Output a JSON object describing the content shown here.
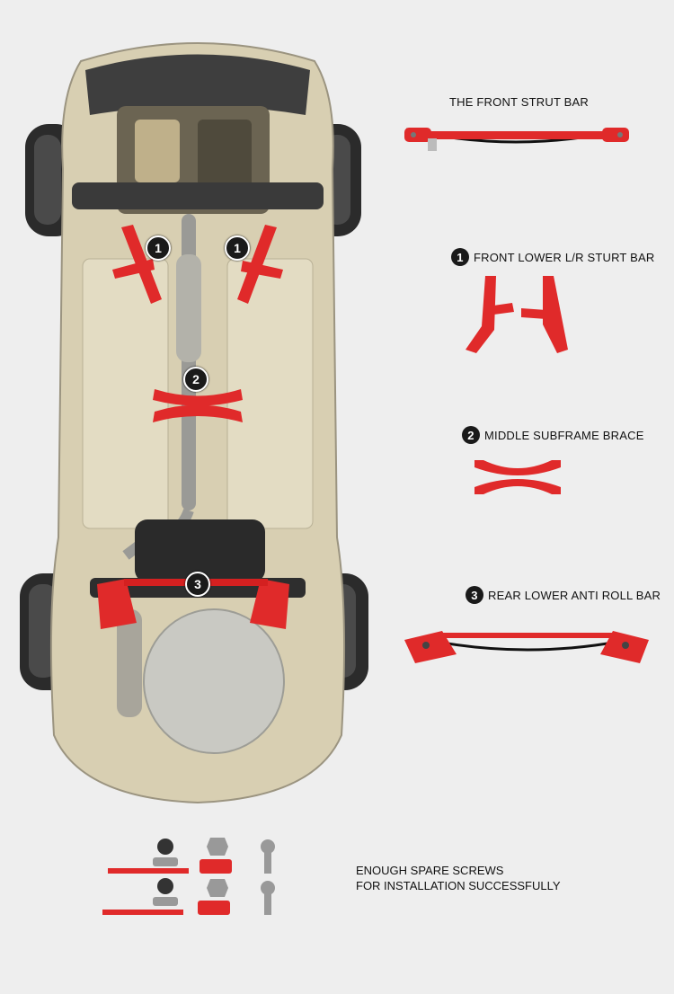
{
  "parts": {
    "front_strut": {
      "label": "THE FRONT STRUT BAR"
    },
    "front_lower": {
      "number": "1",
      "label": "FRONT LOWER L/R STURT BAR"
    },
    "middle_brace": {
      "number": "2",
      "label": "MIDDLE SUBFRAME BRACE"
    },
    "rear_anti_roll": {
      "number": "3",
      "label": "REAR LOWER ANTI ROLL BAR"
    }
  },
  "car_badges": {
    "left_front": "1",
    "right_front": "1",
    "middle": "2",
    "rear": "3"
  },
  "screws": {
    "line1": "ENOUGH SPARE SCREWS",
    "line2": "FOR INSTALLATION SUCCESSFULLY"
  },
  "colors": {
    "brace_red": "#e02a2a",
    "background": "#eeeeee",
    "car_body": "#d8cfb2"
  }
}
